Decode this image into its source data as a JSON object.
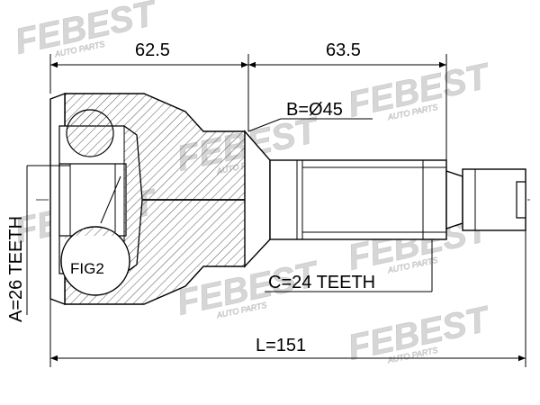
{
  "watermark": {
    "brand": "FEBEST",
    "sub": "AUTO PARTS",
    "color": "#d4d4d4"
  },
  "dimensions": {
    "left_length": "62.5",
    "right_length": "63.5",
    "total_length": "L=151",
    "outer_diameter": "B=Ø45",
    "inner_teeth": "A=26 TEETH",
    "outer_teeth": "C=24 TEETH",
    "figure_ref": "FIG2"
  },
  "colors": {
    "line": "#000000",
    "hatch": "#555555"
  }
}
